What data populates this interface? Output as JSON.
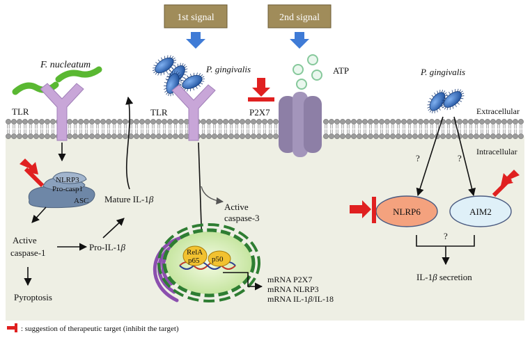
{
  "signals": {
    "first": "1st signal",
    "second": "2nd signal"
  },
  "bacteria": {
    "fn": "F. nucleatum",
    "pg_center": "P. gingivalis",
    "pg_right": "P. gingivalis"
  },
  "molecules": {
    "atp": "ATP",
    "p2x7": "P2X7",
    "tlr_left": "TLR",
    "tlr_center": "TLR"
  },
  "compartments": {
    "extracellular": "Extracellular",
    "intracellular": "Intracellular"
  },
  "inflammasome": {
    "nlrp3": "NLRP3",
    "procasp1": "Pro-casp1",
    "asc": "ASC"
  },
  "pathway": {
    "mature_il1b_prefix": "Mature IL-1",
    "active_casp1_line1": "Active",
    "active_casp1_line2": "caspase-1",
    "pro_il1b_prefix": "Pro-IL-1",
    "pyroptosis": "Pyroptosis",
    "active_casp3_line1": "Active",
    "active_casp3_line2": "caspase-3"
  },
  "nucleus": {
    "rela": "RelA",
    "p65": "p65",
    "p50": "p50",
    "mrna_p2x7": "mRNA P2X7",
    "mrna_nlrp3": "mRNA NLRP3",
    "mrna_il1b_prefix": "mRNA IL-1",
    "mrna_il1b_suffix": "/IL-18"
  },
  "right_panel": {
    "nlrp6": "NLRP6",
    "aim2": "AIM2",
    "q1": "?",
    "q2": "?",
    "q3": "?",
    "secretion_prefix": "IL-1",
    "secretion_suffix": " secretion"
  },
  "beta": "β",
  "legend": ": suggestion of therapeutic target (inhibit the target)",
  "colors": {
    "signal_box": "#a08c5a",
    "membrane_head": "#9c9c9c",
    "intracellular_bg": "#eeefe4",
    "tlr": "#c8a6d8",
    "p2x7_channel": "#8d7fa6",
    "inhibitor": "#e02020",
    "signal_arrow": "#3f7bd6",
    "nlrp6_fill": "#f4a27e",
    "aim2_fill": "#dff0f8",
    "bacteria": "#2a5bb0",
    "fn_bacteria": "#5ab832",
    "nucleus": "#cfe9a8",
    "nuclear_envelope": "#2e7d32",
    "er": "#8b4fae"
  }
}
